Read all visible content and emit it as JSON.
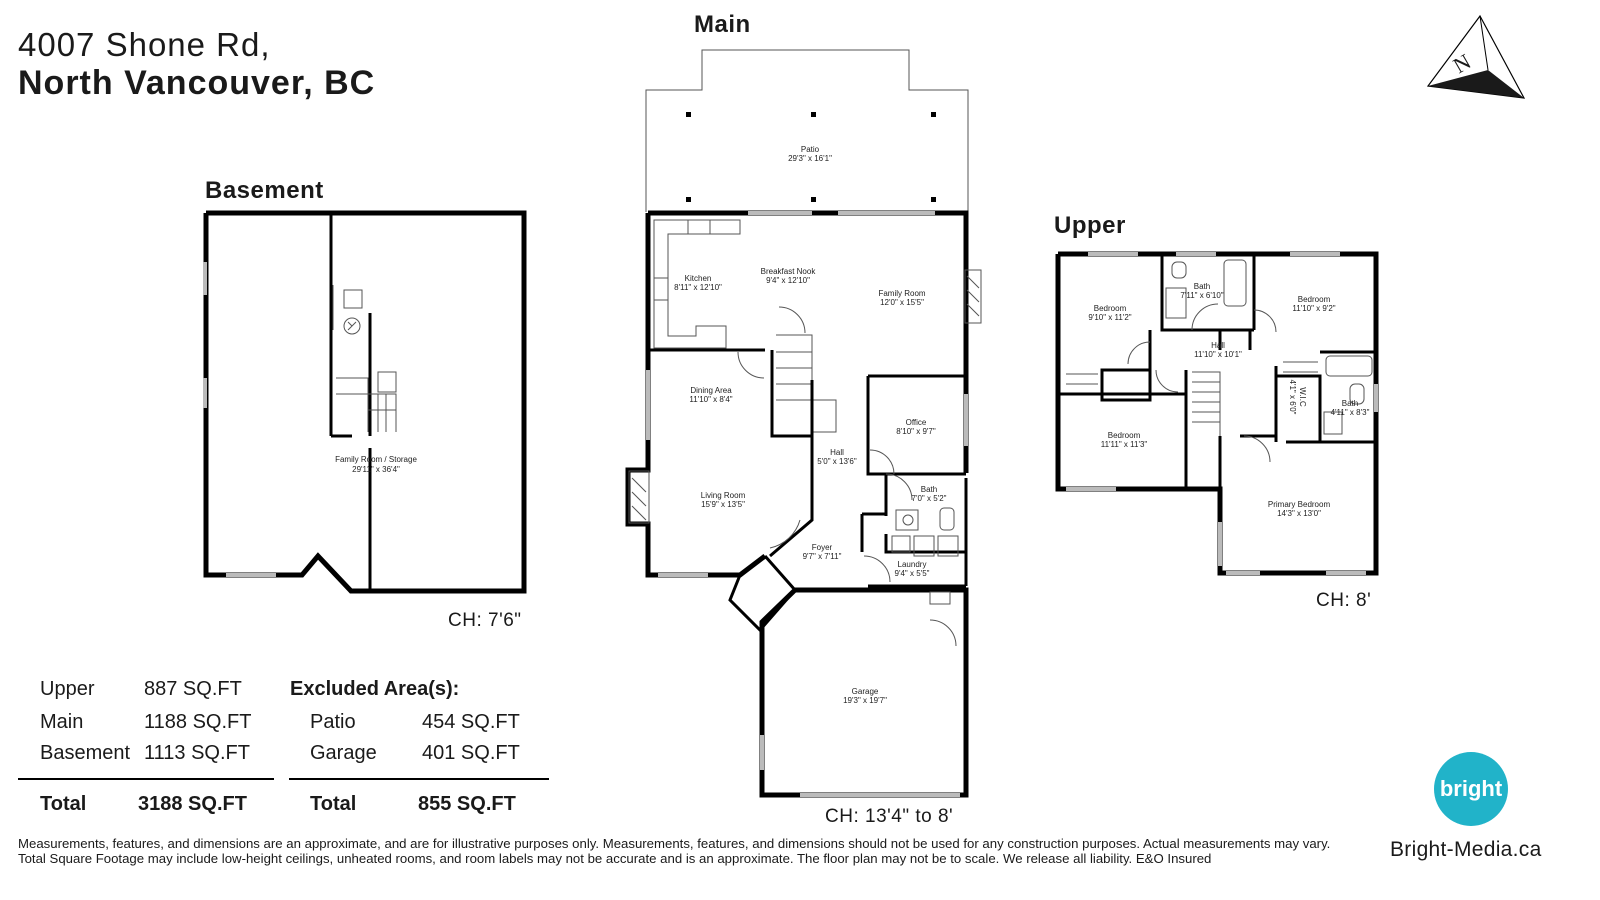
{
  "address": {
    "line1": "4007 Shone Rd,",
    "line2": "North Vancouver, BC"
  },
  "floors": {
    "basement": {
      "title": "Basement",
      "ceiling": "CH: 7'6\"",
      "rooms": [
        {
          "name": "Family Room / Storage",
          "dims": "29'11\" x 36'4\""
        }
      ]
    },
    "main": {
      "title": "Main",
      "ceiling": "CH: 13'4\" to 8'",
      "rooms": [
        {
          "name": "Patio",
          "dims": "29'3\" x 16'1\""
        },
        {
          "name": "Kitchen",
          "dims": "8'11\" x 12'10\""
        },
        {
          "name": "Breakfast Nook",
          "dims": "9'4\" x 12'10\""
        },
        {
          "name": "Family Room",
          "dims": "12'0\" x 15'5\""
        },
        {
          "name": "Dining Area",
          "dims": "11'10\" x 8'4\""
        },
        {
          "name": "Office",
          "dims": "8'10\" x 9'7\""
        },
        {
          "name": "Hall",
          "dims": "5'0\" x 13'6\""
        },
        {
          "name": "Living Room",
          "dims": "15'9\" x 13'5\""
        },
        {
          "name": "Bath",
          "dims": "7'0\" x 5'2\""
        },
        {
          "name": "Foyer",
          "dims": "9'7\" x 7'11\""
        },
        {
          "name": "Laundry",
          "dims": "9'4\" x 5'5\""
        },
        {
          "name": "Garage",
          "dims": "19'3\" x 19'7\""
        }
      ]
    },
    "upper": {
      "title": "Upper",
      "ceiling": "CH: 8'",
      "rooms": [
        {
          "name": "Bedroom",
          "dims": "9'10\" x 11'2\""
        },
        {
          "name": "Bath",
          "dims": "7'11\" x 6'10\""
        },
        {
          "name": "Bedroom",
          "dims": "11'10\" x 9'2\""
        },
        {
          "name": "Hall",
          "dims": "11'10\" x 10'1\""
        },
        {
          "name": "W.I.C",
          "dims": "4'1\" x 6'0\""
        },
        {
          "name": "Bath",
          "dims": "4'11\" x 8'3\""
        },
        {
          "name": "Bedroom",
          "dims": "11'11\" x 11'3\""
        },
        {
          "name": "Primary Bedroom",
          "dims": "14'3\" x 13'0\""
        }
      ]
    }
  },
  "areas": {
    "included": [
      {
        "label": "Upper",
        "value": "887 SQ.FT"
      },
      {
        "label": "Main",
        "value": "1188 SQ.FT"
      },
      {
        "label": "Basement",
        "value": "1113 SQ.FT"
      }
    ],
    "included_total": {
      "label": "Total",
      "value": "3188 SQ.FT"
    },
    "excluded_title": "Excluded Area(s):",
    "excluded": [
      {
        "label": "Patio",
        "value": "454 SQ.FT"
      },
      {
        "label": "Garage",
        "value": "401 SQ.FT"
      }
    ],
    "excluded_total": {
      "label": "Total",
      "value": "855 SQ.FT"
    }
  },
  "compass": {
    "label": "N",
    "icon": "north-arrow-icon"
  },
  "disclaimer": "Measurements, features, and dimensions are an approximate, and are for illustrative purposes only. Measurements, features, and dimensions should not be used for any construction purposes. Actual measurements may vary. Total Square Footage may include low-height ceilings, unheated rooms, and room labels may not be accurate and is an approximate. The floor plan may not be to scale. We release all liability. E&O Insured",
  "brand": {
    "logo_text": "bright",
    "url": "Bright-Media.ca",
    "color": "#21b3c9"
  }
}
